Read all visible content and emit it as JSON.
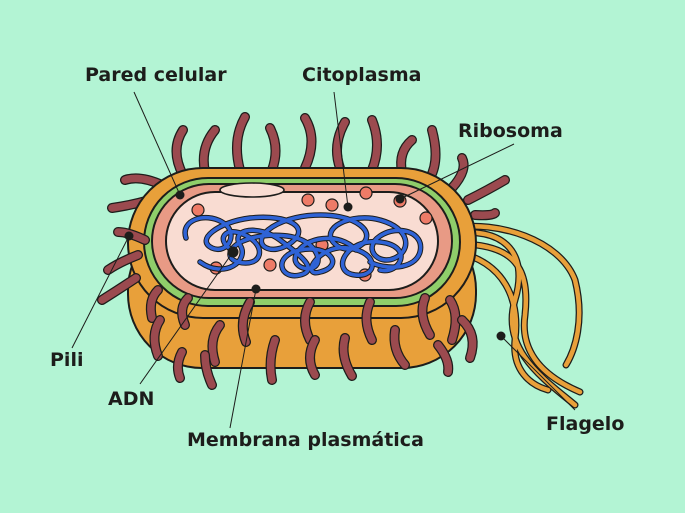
{
  "colors": {
    "background": "#b3f4d4",
    "capsule": "#e8a03a",
    "cell_wall": "#8fce6a",
    "membrane": "#e89a85",
    "cytoplasm": "#f9dcd2",
    "dna": "#2f63d6",
    "ribosome": "#ee7b67",
    "pili": "#9b4a4f",
    "flagellum": "#e8a03a",
    "outline": "#1d1d1b"
  },
  "labels": {
    "pared_celular": "Pared celular",
    "citoplasma": "Citoplasma",
    "ribosoma": "Ribosoma",
    "pili": "Pili",
    "adn": "ADN",
    "membrana": "Membrana plasmática",
    "flagelo": "Flagelo"
  }
}
